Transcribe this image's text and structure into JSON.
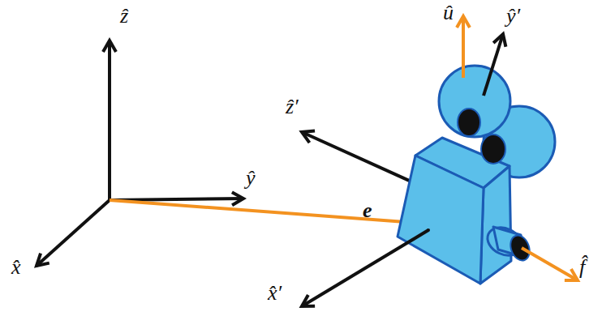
{
  "diagram": {
    "labels": [
      "ẑ",
      "ŷ",
      "x̂",
      "ẑ′",
      "û",
      "ŷ′",
      "e",
      "x̂′",
      "f̂"
    ]
  }
}
